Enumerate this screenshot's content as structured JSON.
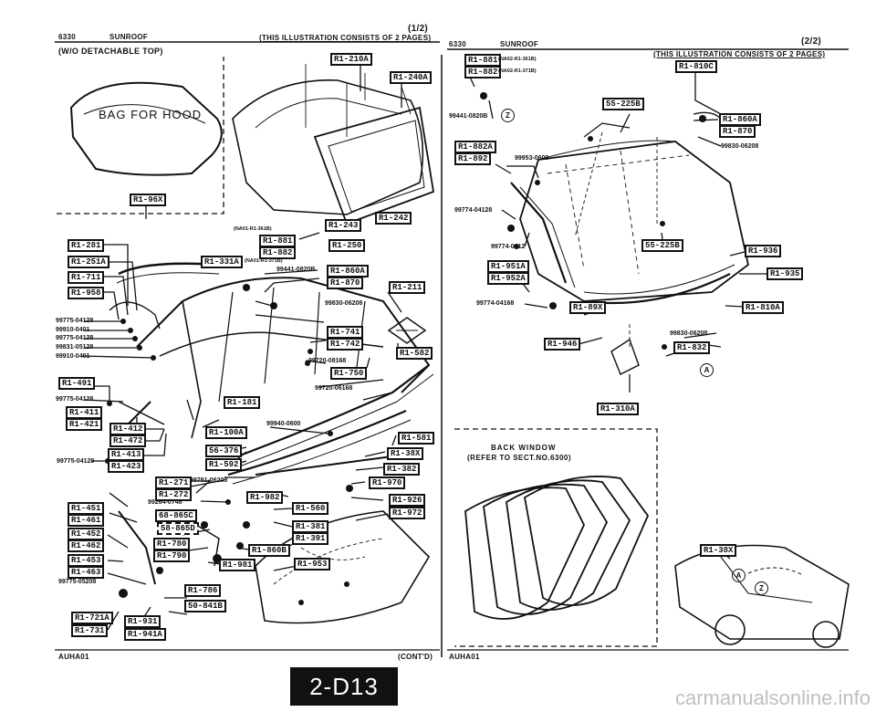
{
  "left_page": {
    "code": "6330",
    "section": "SUNROOF",
    "page_indicator": "(1/2)",
    "consist_note": "(THIS ILLUSTRATION CONSISTS OF 2 PAGES)",
    "subtitle": "(W/O DETACHABLE TOP)",
    "bag_label": "BAG FOR HOOD",
    "footer_left": "AUHA01",
    "footer_right": "(CONT'D)"
  },
  "right_page": {
    "code": "6330",
    "section": "SUNROOF",
    "page_indicator": "(2/2)",
    "consist_note": "(THIS ILLUSTRATION CONSISTS OF 2 PAGES)",
    "back_window_1": "BACK WINDOW",
    "back_window_2": "(REFER TO SECT.NO.6300)",
    "footer_left": "AUHA01"
  },
  "page_tab": "2-D13",
  "watermark": "carmanualsonline.info",
  "refs": [
    "R1-210A",
    "R1-240A",
    "R1-96X",
    "R1-243",
    "R1-242",
    "R1-881",
    "R1-882",
    "R1-250",
    "R1-281",
    "R1-251A",
    "R1-711",
    "R1-958",
    "R1-331A",
    "R1-860A",
    "R1-870",
    "R1-211",
    "R1-741",
    "R1-742",
    "R1-582",
    "R1-750",
    "R1-491",
    "R1-411",
    "R1-421",
    "R1-181",
    "R1-412",
    "R1-472",
    "R1-100A",
    "R1-413",
    "R1-423",
    "56-376",
    "R1-592",
    "R1-581",
    "R1-38X",
    "R1-382",
    "R1-271",
    "R1-272",
    "R1-970",
    "R1-982",
    "R1-926",
    "R1-972",
    "R1-451",
    "R1-461",
    "68-865C",
    "58-865D",
    "R1-560",
    "R1-452",
    "R1-462",
    "R1-780",
    "R1-790",
    "R1-381",
    "R1-391",
    "R1-453",
    "R1-463",
    "R1-860B",
    "R1-981",
    "R1-953",
    "R1-786",
    "50-841B",
    "R1-721A",
    "R1-731",
    "R1-931",
    "R1-941A",
    "R1-881",
    "R1-882",
    "R1-810C",
    "55-225B",
    "R1-860A",
    "R1-870",
    "R1-882A",
    "R1-892",
    "55-225B",
    "R1-936",
    "R1-951A",
    "R1-952A",
    "R1-935",
    "R1-89X",
    "R1-810A",
    "R1-946",
    "R1-832",
    "R1-310A",
    "R1-38X"
  ],
  "parts": [
    "99775-04128",
    "99910-0401",
    "99775-04128",
    "99831-05128",
    "99910-0401",
    "99441-0820B",
    "99830-06208",
    "99720-08168",
    "99720-06168",
    "99775-04128",
    "99775-04128",
    "99940-0600",
    "99791-06209",
    "99264-0748",
    "99775-05208",
    "99441-0820B",
    "99830-06208",
    "99953-0600",
    "99774-04128",
    "99774-0412",
    "99774-04168",
    "99830-06208"
  ],
  "notes": [
    "(NA01-R1-361B)",
    "(NA01-R1-371B)",
    "(NA02-R1-361B)",
    "(NA02-R1-371B)"
  ],
  "markers": [
    "Z",
    "A",
    "A",
    "Z"
  ]
}
